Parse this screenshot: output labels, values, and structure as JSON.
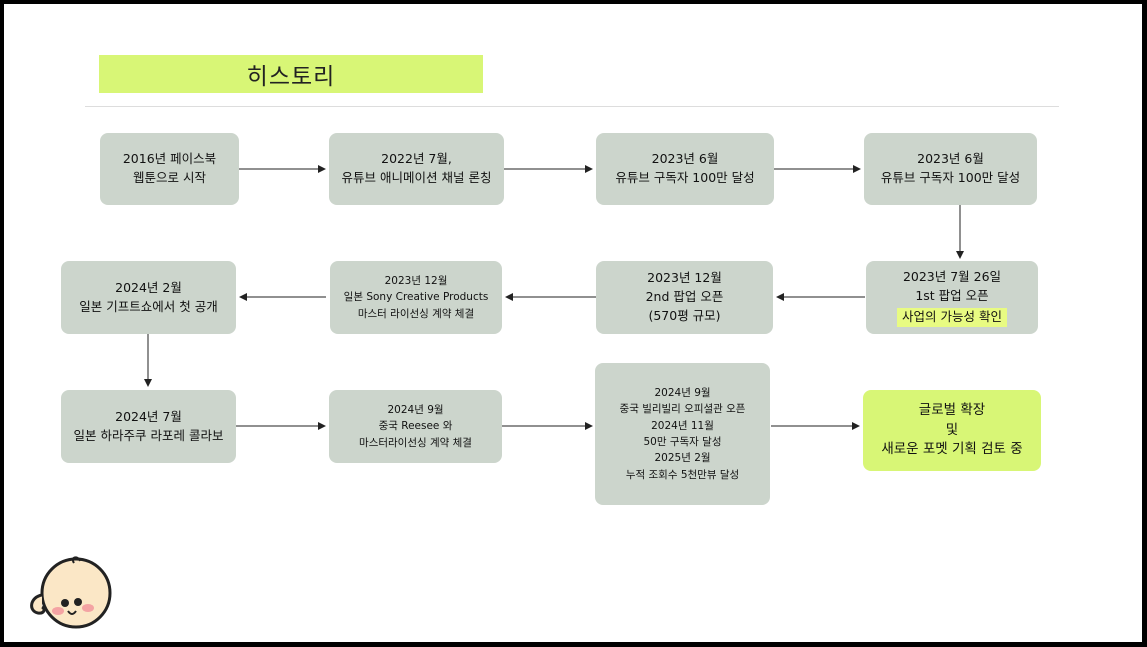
{
  "title": "히스토리",
  "colors": {
    "frame": "#000000",
    "box": "#ccd5cc",
    "accent": "#d8f676",
    "highlight": "#e8fb82"
  },
  "mascot": {
    "icon": "smiling-baby-face"
  },
  "timeline": {
    "row1": [
      {
        "lines": [
          "2016년 페이스북",
          "웹툰으로 시작"
        ]
      },
      {
        "lines": [
          "2022년 7월,",
          "유튜브 애니메이션 채널 론칭"
        ]
      },
      {
        "lines": [
          "2023년 6월",
          "유튜브 구독자 100만 달성"
        ]
      },
      {
        "lines": [
          "2023년 6월",
          "유튜브 구독자 100만 달성"
        ]
      }
    ],
    "row2": [
      {
        "lines": [
          "2024년 2월",
          "일본 기프트쇼에서 첫 공개"
        ]
      },
      {
        "lines": [
          "2023년 12월",
          "일본 Sony Creative Products",
          "마스터 라이선싱 계약 체결"
        ]
      },
      {
        "lines": [
          "2023년 12월",
          "2nd 팝업 오픈",
          "(570평 규모)"
        ]
      },
      {
        "lines": [
          "2023년 7월 26일",
          "1st 팝업 오픈"
        ],
        "highlight": "사업의 가능성 확인"
      }
    ],
    "row3": [
      {
        "lines": [
          "2024년 7월",
          "일본 하라주쿠 라포레 콜라보"
        ]
      },
      {
        "lines": [
          "2024년 9월",
          "중국 Reesee 와",
          "마스터라이선싱 계약 체결"
        ]
      },
      {
        "lines": [
          "2024년 9월",
          "중국 빌리빌리 오피셜관 오픈",
          "2024년 11월",
          "50만 구독자 달성",
          "2025년 2월",
          "누적 조회수 5천만뷰 달성"
        ]
      },
      {
        "lines": [
          "글로벌 확장",
          "및",
          "새로운 포멧 기획 검토 중"
        ]
      }
    ]
  }
}
